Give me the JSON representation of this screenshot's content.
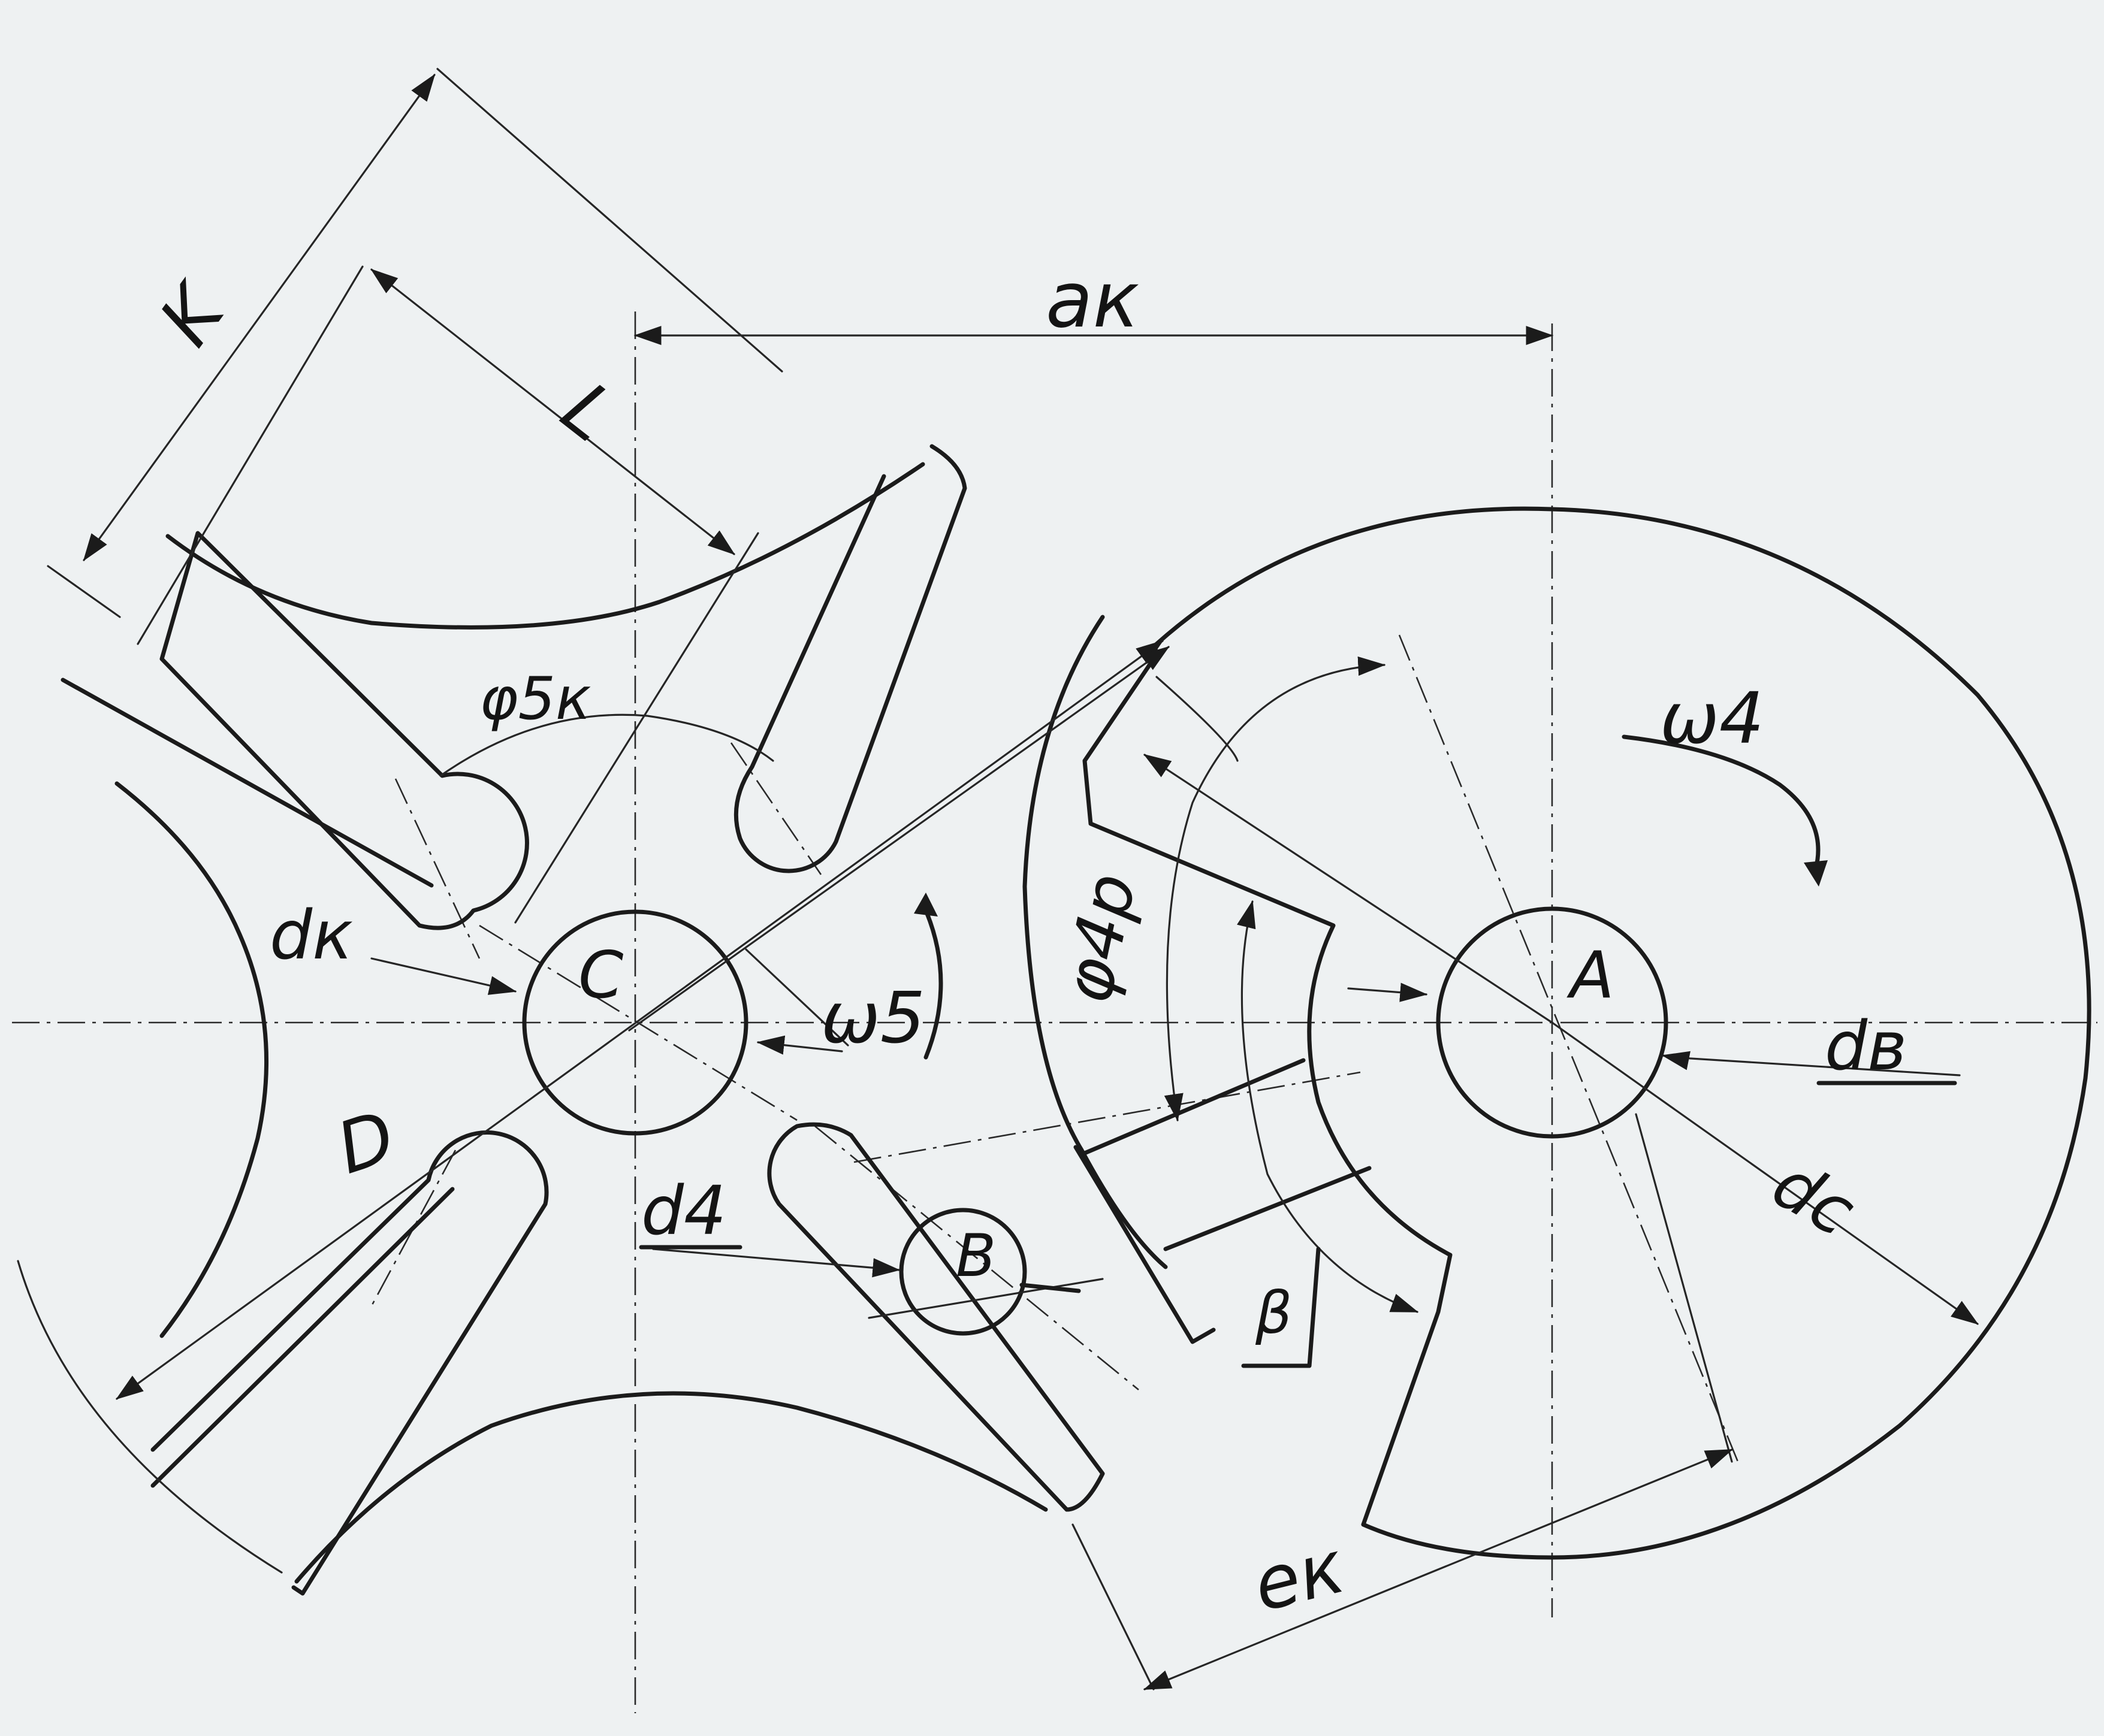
{
  "labels": {
    "k": "K",
    "l": "L",
    "a_k": "aк",
    "phi_5k": "φ5к",
    "omega_4": "ω4",
    "omega_5": "ω5",
    "phi_4p": "φ4р",
    "d_k": "dк",
    "c": "C",
    "a": "A",
    "d_v": "dв",
    "d_c": "dc",
    "d_big": "D",
    "d_4": "d4",
    "b": "B",
    "beta": "β",
    "e_k": "eк"
  },
  "colors": {
    "ink": "#1b1b1b",
    "paper": "#eef1f2"
  }
}
